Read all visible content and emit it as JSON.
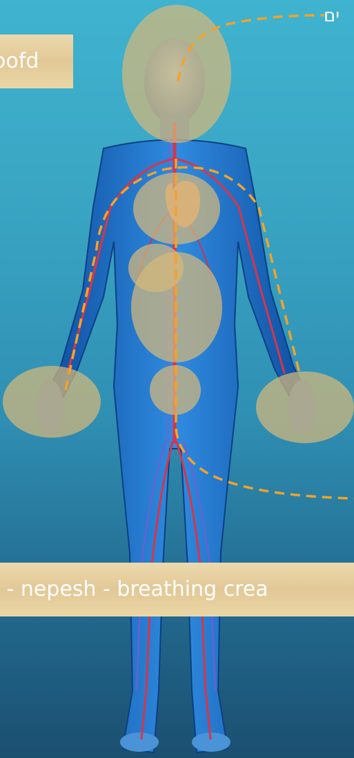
{
  "labels": {
    "hebrew_top": "ים",
    "kofd": "ɔofd",
    "nepesh": "נ - nepesh - breathing crea"
  },
  "colors": {
    "background_top": "#3fb3cf",
    "background_bottom": "#1b4f70",
    "body_blue": "#1f78c8",
    "vessel_red": "#d7354a",
    "highlight_circle": "#d6b97a",
    "dashed_line": "#f2a32a",
    "label_parchment": "#e6cf9e"
  }
}
